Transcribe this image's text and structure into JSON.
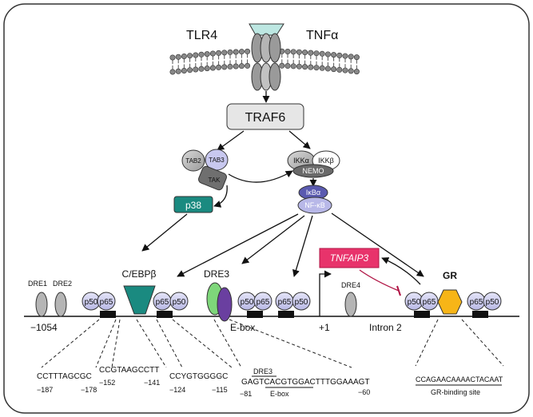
{
  "receptors": {
    "tlr4": "TLR4",
    "tnfa": "TNFα"
  },
  "traf6": "TRAF6",
  "tab_complex": {
    "tab2": "TAB2",
    "tab3": "TAB3",
    "tak": "TAK"
  },
  "ikk_complex": {
    "ikka": "IKKα",
    "ikkb": "IKKβ",
    "nemo": "NEMO"
  },
  "nfkb_complex": {
    "ikba": "IκBα",
    "nfkb": "NF-κB"
  },
  "p38": "p38",
  "tnfaip3": "TNFAIP3",
  "gr": "GR",
  "cebpb": "C/EBPβ",
  "dre_labels": {
    "dre1": "DRE1",
    "dre2": "DRE2",
    "dre3": "DRE3",
    "dre4": "DRE4"
  },
  "subunits": {
    "p50": "p50",
    "p65": "p65"
  },
  "gene_labels": {
    "start": "−1054",
    "tss": "+1",
    "intron": "Intron 2",
    "ebox": "E-box"
  },
  "sequences": [
    {
      "seq": "CCTTTAGCGC",
      "pos_left": "−187",
      "pos_right": "−178"
    },
    {
      "seq": "CCGTAAGCCTT",
      "pos_left": "−152",
      "pos_right": "−141"
    },
    {
      "seq": "CCYGTGGGGC",
      "pos_left": "−124",
      "pos_right": "−115"
    },
    {
      "seq": "GAGTCACGTGGACTTTGGAAAGT",
      "pos_left": "−81",
      "pos_right": "−60",
      "label_top": "DRE3",
      "label_bottom": "E-box"
    },
    {
      "seq": "CCAGAACAAAACTACAAT",
      "label_bottom": "GR-binding site"
    }
  ]
}
